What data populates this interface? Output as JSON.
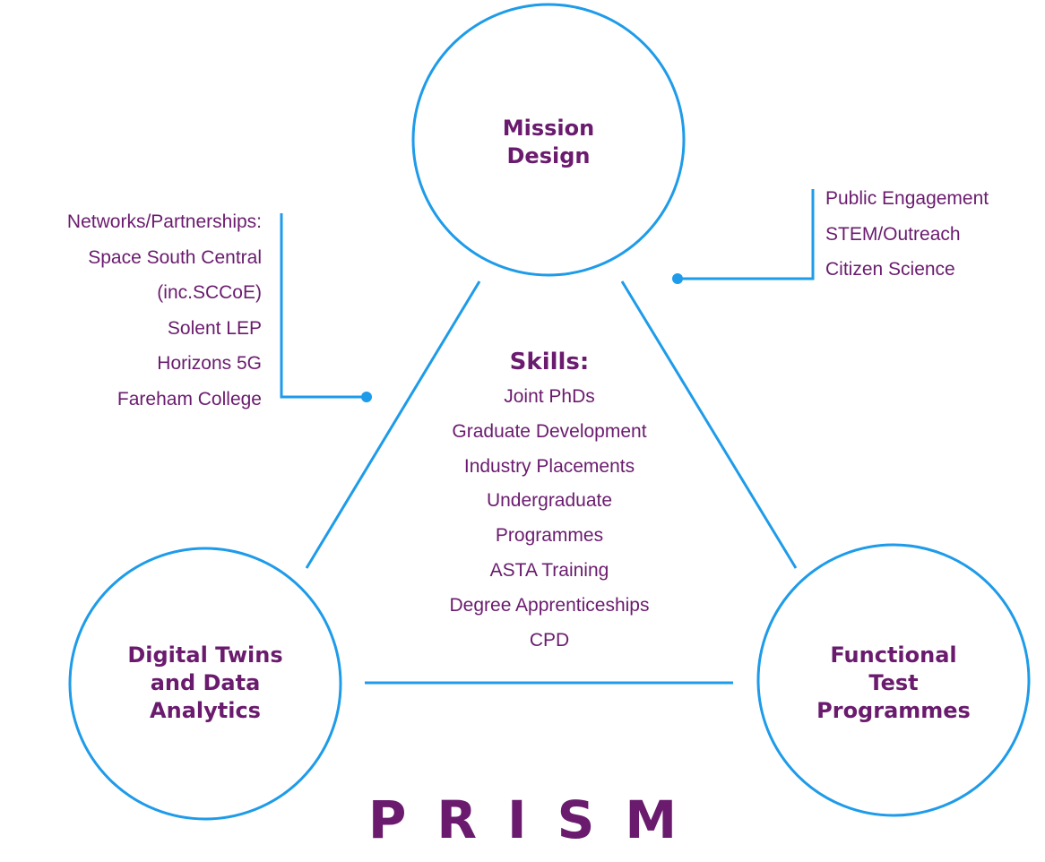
{
  "colors": {
    "accent": "#1e9be9",
    "text": "#6a1b6e"
  },
  "nodes": {
    "mission": [
      "Mission",
      "Design"
    ],
    "digital": [
      "Digital Twins",
      "and Data",
      "Analytics"
    ],
    "functional": [
      "Functional",
      "Test",
      "Programmes"
    ]
  },
  "networks": [
    "Networks/Partnerships:",
    "Space South Central",
    "(inc.SCCoE)",
    "Solent LEP",
    "Horizons 5G",
    "Fareham College"
  ],
  "engagement": [
    "Public Engagement",
    "STEM/Outreach",
    "Citizen Science"
  ],
  "skills": {
    "heading": "Skills:",
    "items": [
      "Joint PhDs",
      "Graduate Development",
      "Industry Placements",
      "Undergraduate",
      "Programmes",
      "ASTA Training",
      "Degree Apprenticeships",
      "CPD"
    ]
  },
  "logo": "PRISM"
}
